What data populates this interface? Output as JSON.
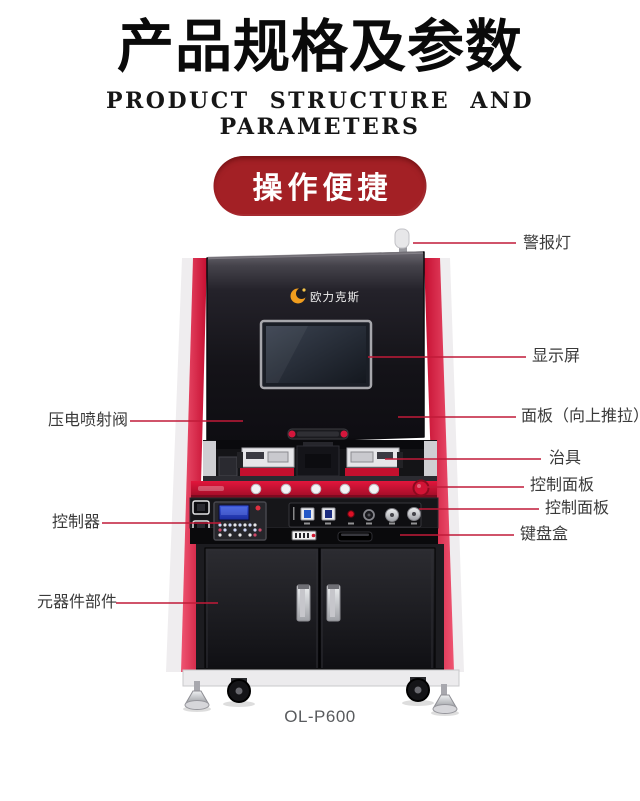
{
  "header": {
    "title": "产品规格及参数",
    "subtitle": "PRODUCT STRUCTURE AND PARAMETERS"
  },
  "badge": {
    "label": "操作便捷"
  },
  "machine": {
    "brand": "欧力克斯",
    "model": "OL-P600"
  },
  "callouts": {
    "right": [
      {
        "label": "警报灯"
      },
      {
        "label": "显示屏"
      },
      {
        "label": "面板（向上推拉）"
      },
      {
        "label": "治具"
      },
      {
        "label": "控制面板"
      },
      {
        "label": "控制面板"
      },
      {
        "label": "键盘盒"
      }
    ],
    "left": [
      {
        "label": "压电喷射阀"
      },
      {
        "label": "控制器"
      },
      {
        "label": "元器件部件"
      }
    ]
  },
  "colors": {
    "callout_line": "#c11a38",
    "badge_red": "#a32025",
    "machine_red": "#d8143a",
    "title_black": "#0a0a0a"
  }
}
